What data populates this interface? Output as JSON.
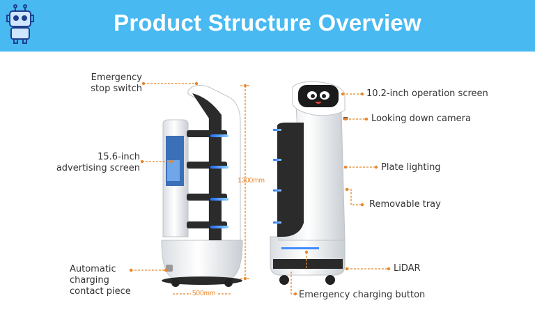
{
  "header": {
    "title": "Product Structure  Overview",
    "bg_color": "#48b9f1"
  },
  "logo": {
    "icon": "robot-logo-icon"
  },
  "accent_color": "#e8862a",
  "labels": {
    "emergency_stop_1": "Emergency",
    "emergency_stop_2": "stop switch",
    "advert_1": "15.6-inch",
    "advert_2": "advertising screen",
    "charging_1": "Automatic",
    "charging_2": "charging",
    "charging_3": "contact piece",
    "operation_screen": "10.2-inch operation screen",
    "camera": "Looking down camera",
    "plate_lighting": "Plate lighting",
    "tray": "Removable tray",
    "lidar": "LiDAR",
    "charging_button": "Emergency charging button"
  },
  "dimensions": {
    "height": "1300mm",
    "width": "500mm"
  }
}
